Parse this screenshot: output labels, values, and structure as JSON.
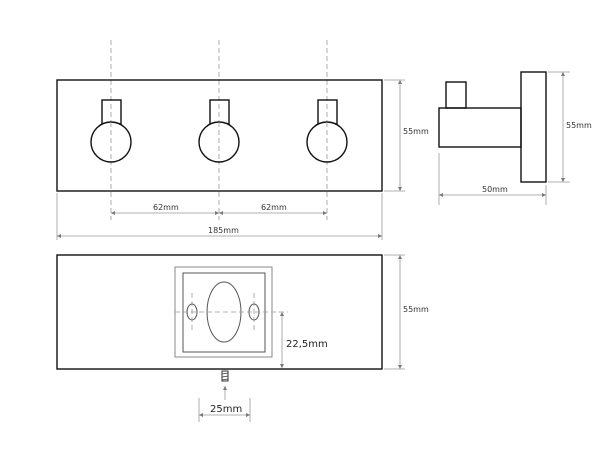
{
  "title": "Triple wall hook technical drawing",
  "dimensions": {
    "spacing_left": "62mm",
    "spacing_right": "62mm",
    "total_width": "185mm",
    "front_height": "55mm",
    "side_height": "55mm",
    "side_depth": "50mm",
    "back_height": "55mm",
    "mount_offset": "22,5mm",
    "screw_width": "25mm"
  }
}
